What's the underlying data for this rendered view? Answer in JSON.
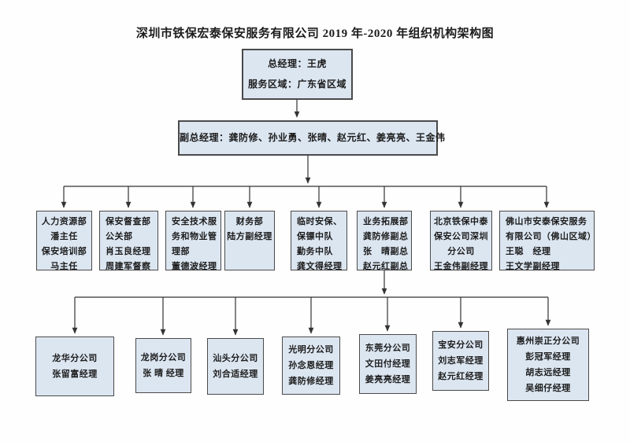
{
  "title": "深圳市铁保宏泰保安服务有限公司 2019 年-2020 年组织机构架构图",
  "colors": {
    "box_fill": "#dce6f1",
    "box_border": "#4a4a4a",
    "line": "#333333"
  },
  "general_manager": {
    "lines": [
      "总经理：王虎",
      "服务区域：广东省区域"
    ]
  },
  "deputy_general_managers": {
    "lines": [
      "副总经理：龚防修、孙业勇、张晴、赵元红、姜亮亮、王金伟"
    ]
  },
  "departments": [
    [
      "人力资源部",
      "潘主任",
      "保安培训部",
      "马主任"
    ],
    [
      "保安督查部",
      "公关部",
      "肖玉良经理",
      "周建军督察"
    ],
    [
      "安全技术服",
      "务和物业管",
      "理部",
      "董德波经理"
    ],
    [
      "财务部",
      "陆方副经理"
    ],
    [
      "临时安保、",
      "保镖中队",
      "勤务中队",
      "龚文得经理"
    ],
    [
      "业务拓展部",
      "龚防修副总",
      "张　晴副总",
      "赵元红副总"
    ],
    [
      "北京铁保中泰",
      "保安公司深圳",
      "分公司",
      "王金伟副经理"
    ],
    [
      "佛山市安泰保安服务",
      "有限公司（佛山区域）",
      "王聪　经理",
      "王文学副经理"
    ]
  ],
  "branches": [
    [
      "龙华分公司",
      "张留富经理"
    ],
    [
      "龙岗分公司",
      "张 晴 经理"
    ],
    [
      "汕头分公司",
      "刘合适经理"
    ],
    [
      "光明分公司",
      "孙念恩经理",
      "龚防修经理"
    ],
    [
      "东莞分公司",
      "文田付经理",
      "姜亮亮经理"
    ],
    [
      "宝安分公司",
      "刘志军经理",
      "赵元红经理"
    ],
    [
      "惠州崇正分公司",
      "彭冠军经理",
      "胡志远经理",
      "吴细仔经理"
    ]
  ]
}
